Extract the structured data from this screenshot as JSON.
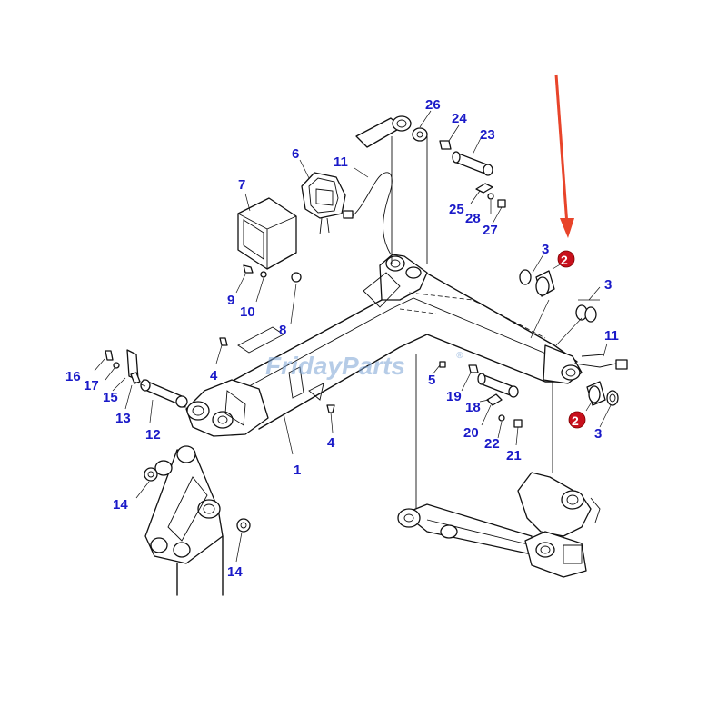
{
  "watermark": {
    "text": "FridayParts",
    "symbol": "®",
    "color": "#7aa2d4"
  },
  "callouts": {
    "n1": "1",
    "n3a": "3",
    "n3b": "3",
    "n3c": "3",
    "n4a": "4",
    "n4b": "4",
    "n5": "5",
    "n6": "6",
    "n7": "7",
    "n8": "8",
    "n9": "9",
    "n10": "10",
    "n11a": "11",
    "n11b": "11",
    "n12": "12",
    "n13": "13",
    "n14a": "14",
    "n14b": "14",
    "n15": "15",
    "n16": "16",
    "n17": "17",
    "n18": "18",
    "n19": "19",
    "n20": "20",
    "n21": "21",
    "n22": "22",
    "n23": "23",
    "n24": "24",
    "n25": "25",
    "n26": "26",
    "n27": "27",
    "n28": "28"
  },
  "highlight": {
    "badge_a": "2",
    "badge_b": "2",
    "badge_color": "#c8101c",
    "arrow_color": "#e8442a"
  },
  "colors": {
    "callout_text": "#1a1ac8",
    "line_art": "#111111",
    "background": "#ffffff"
  }
}
